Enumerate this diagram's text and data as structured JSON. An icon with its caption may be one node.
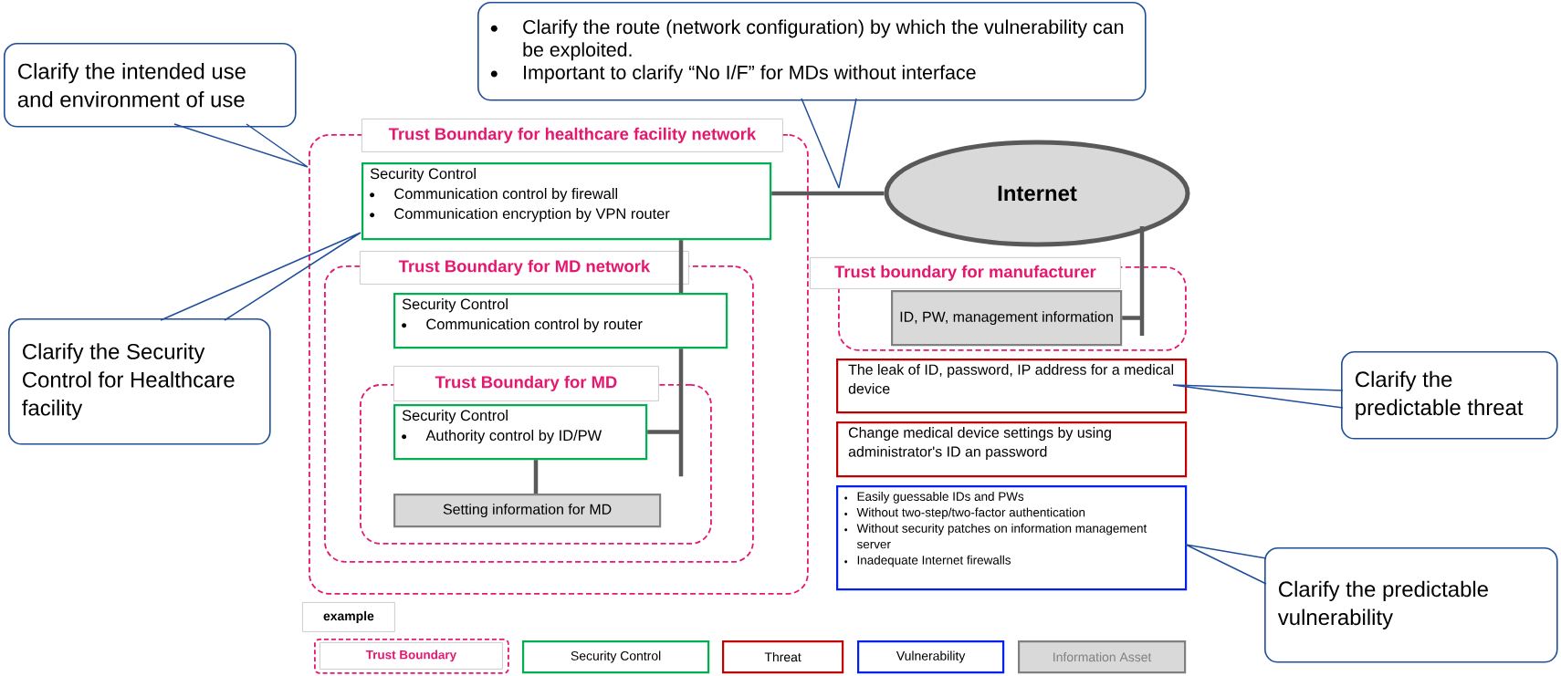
{
  "diagram": {
    "nodes": [
      {
        "text": [
          "Clarify the intended use and environment of use"
        ]
      },
      {
        "text": [
          "Clarify the route (network configuration) by which the vulnerability can be exploited.",
          "Important to clarify “No I/F” for MDs without interface"
        ]
      },
      {
        "text": [
          "Trust Boundary for healthcare facility network"
        ]
      },
      {
        "text": [
          "Security Control",
          "Communication control by firewall",
          "Communication encryption by VPN router"
        ],
        "in": 2
      },
      {
        "text": [
          "Trust Boundary for MD network"
        ],
        "in": 2
      },
      {
        "text": [
          "Security Control",
          "Communication control by router"
        ],
        "in": 4
      },
      {
        "text": [
          "Trust Boundary for MD"
        ],
        "in": 4
      },
      {
        "text": [
          "Security Control",
          "Authority control by ID/PW"
        ],
        "in": 6
      },
      {
        "text": [
          "Setting information for MD"
        ],
        "in": 6
      },
      {
        "text": [
          "Internet"
        ]
      },
      {
        "text": [
          "Trust boundary for manufacturer"
        ]
      },
      {
        "text": [
          "ID, PW, management information"
        ],
        "in": 10
      },
      {
        "text": [
          "The leak of ID, password, IP address for a medical device"
        ]
      },
      {
        "text": [
          "Change medical device settings by using administrator's ID an password"
        ]
      },
      {
        "text": [
          "Easily guessable IDs and PWs",
          "Without two-step/two-factor authentication",
          "Without security patches on information management server",
          "Inadequate Internet firewalls"
        ]
      },
      {
        "text": [
          "Clarify the Security Control for Healthcare facility"
        ]
      },
      {
        "text": [
          "Clarify the predictable threat"
        ]
      },
      {
        "text": [
          "Clarify the predictable vulnerability"
        ]
      }
    ],
    "edges": [
      {
        "from": 3,
        "to": 9,
        "arrow": "none",
        "style": "thick",
        "color": "#595959"
      },
      {
        "from": 3,
        "to": 5,
        "arrow": "none",
        "style": "thick",
        "color": "#595959"
      },
      {
        "from": 5,
        "to": 7,
        "arrow": "none",
        "style": "thick",
        "color": "#595959"
      },
      {
        "from": 7,
        "to": 8,
        "arrow": "none",
        "style": "thick",
        "color": "#595959"
      },
      {
        "from": 9,
        "to": 11,
        "arrow": "none",
        "style": "thick",
        "color": "#595959"
      },
      {
        "from": 0,
        "to": 2,
        "arrow": "none"
      },
      {
        "from": 1,
        "to": null,
        "arrow": "none"
      },
      {
        "from": 15,
        "to": 3,
        "arrow": "none"
      },
      {
        "from": 16,
        "to": 12,
        "arrow": "none"
      },
      {
        "from": 17,
        "to": 14,
        "arrow": "none"
      }
    ],
    "labels": [
      "example"
    ],
    "legend": [
      {
        "text": "Trust Boundary"
      },
      {
        "text": "Security Control"
      },
      {
        "text": "Threat"
      },
      {
        "text": "Vulnerability"
      },
      {
        "text": "Information Asset"
      }
    ]
  }
}
